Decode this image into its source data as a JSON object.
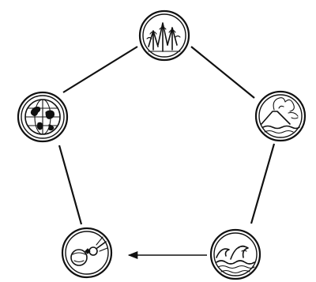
{
  "diagram": {
    "type": "cycle",
    "nodes": [
      {
        "id": "forest",
        "icon": "forest-icon"
      },
      {
        "id": "volcano",
        "icon": "volcano-icon"
      },
      {
        "id": "ocean-waves",
        "icon": "ocean-waves-icon"
      },
      {
        "id": "meteor-impact",
        "icon": "meteor-impact-icon"
      },
      {
        "id": "globe",
        "icon": "globe-icon"
      }
    ],
    "edges": [
      {
        "from": "forest",
        "to": "volcano",
        "arrow": false
      },
      {
        "from": "volcano",
        "to": "ocean-waves",
        "arrow": false
      },
      {
        "from": "ocean-waves",
        "to": "meteor-impact",
        "arrow": true
      },
      {
        "from": "meteor-impact",
        "to": "globe",
        "arrow": false
      },
      {
        "from": "globe",
        "to": "forest",
        "arrow": false
      }
    ]
  }
}
